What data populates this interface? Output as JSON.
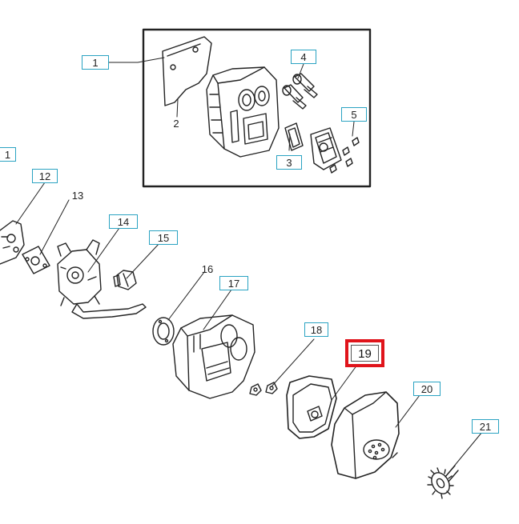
{
  "diagram": {
    "callouts": {
      "c1": "1",
      "c1_left": "1",
      "c2": "2",
      "c3": "3",
      "c4": "4",
      "c5": "5",
      "c12": "12",
      "c13": "13",
      "c14": "14",
      "c15": "15",
      "c16": "16",
      "c17": "17",
      "c18": "18",
      "c19": "19",
      "c20": "20",
      "c21": "21"
    },
    "colors": {
      "label_border": "#2aa3c2",
      "highlight": "#e0141b",
      "line": "#222222"
    },
    "highlighted_part": "19"
  }
}
